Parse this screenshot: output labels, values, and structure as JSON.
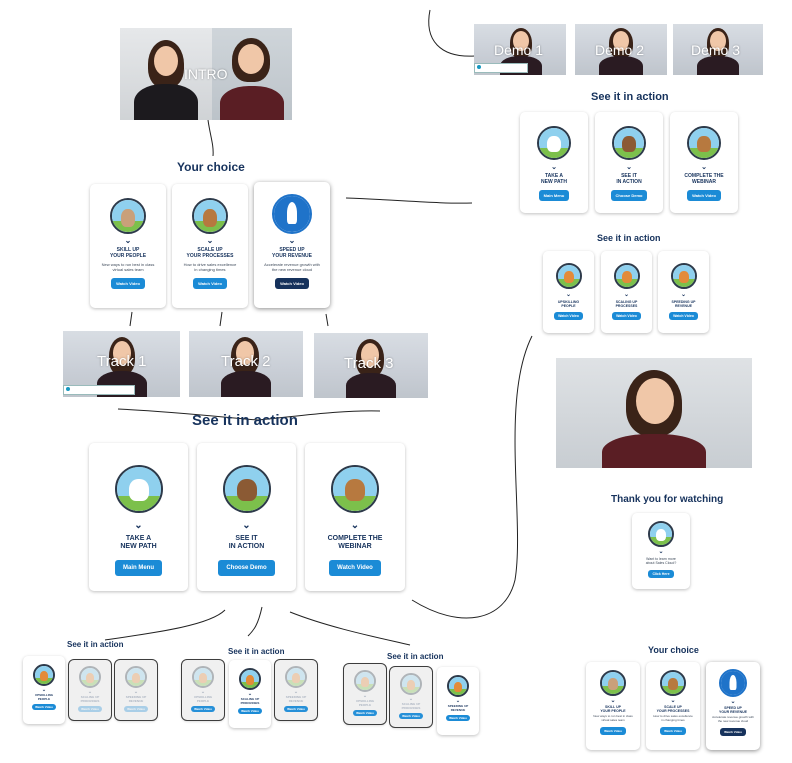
{
  "colors": {
    "navy": "#16325c",
    "blue": "#1b8bd6",
    "line": "#2a2a2a"
  },
  "videos": {
    "intro": "INTRO",
    "demo1": "Demo 1",
    "demo2": "Demo 2",
    "demo3": "Demo 3",
    "track1": "Track 1",
    "track2": "Track 2",
    "track3": "Track 3"
  },
  "headings": {
    "your_choice": "Your choice",
    "see_it_main": "See it in action",
    "see_it_tr1": "See it in action",
    "see_it_tr2": "See it in action",
    "see_it_b1": "See it in action",
    "see_it_b2": "See it in action",
    "see_it_b3": "See it in action",
    "thank_you": "Thank you for watching",
    "your_choice_br": "Your choice"
  },
  "choice_cards": [
    {
      "title": "SKILL UP\nYOUR PEOPLE",
      "desc": "New ways to run best in class\nvirtual sales team",
      "button": "Watch Video",
      "icon": "hiker-mascot-icon"
    },
    {
      "title": "SCALE UP\nYOUR PROCESSES",
      "desc": "How to drive sales excellence\nin changing times",
      "button": "Watch Video",
      "icon": "bear-mascot-icon"
    },
    {
      "title": "SPEED UP\nYOUR REVENUE",
      "desc": "Accelerate revenue growth with\nthe new revenue cloud",
      "button": "Watch Video",
      "icon": "rocket-icon"
    }
  ],
  "action_cards": [
    {
      "title": "TAKE A\nNEW PATH",
      "button": "Main Menu",
      "icon": "astro-mascot-icon"
    },
    {
      "title": "SEE IT\nIN ACTION",
      "button": "Choose Demo",
      "icon": "codey-mascot-icon"
    },
    {
      "title": "COMPLETE THE\nWEBINAR",
      "button": "Watch Video",
      "icon": "bear-mascot-icon"
    }
  ],
  "mini_cards": [
    {
      "title": "UPSKILLING\nPEOPLE",
      "button": "Watch Video",
      "icon": "fox-mascot-icon"
    },
    {
      "title": "SCALING UP\nPROCESSES",
      "button": "Watch Video",
      "icon": "fox-mascot-icon"
    },
    {
      "title": "SPEEDING UP\nREVENUE",
      "button": "Watch Video",
      "icon": "fox-mascot-icon"
    }
  ],
  "thank_card": {
    "desc": "Want to learn more\nabout Sales Cloud?",
    "button": "Click Here",
    "icon": "astro-mascot-icon"
  }
}
